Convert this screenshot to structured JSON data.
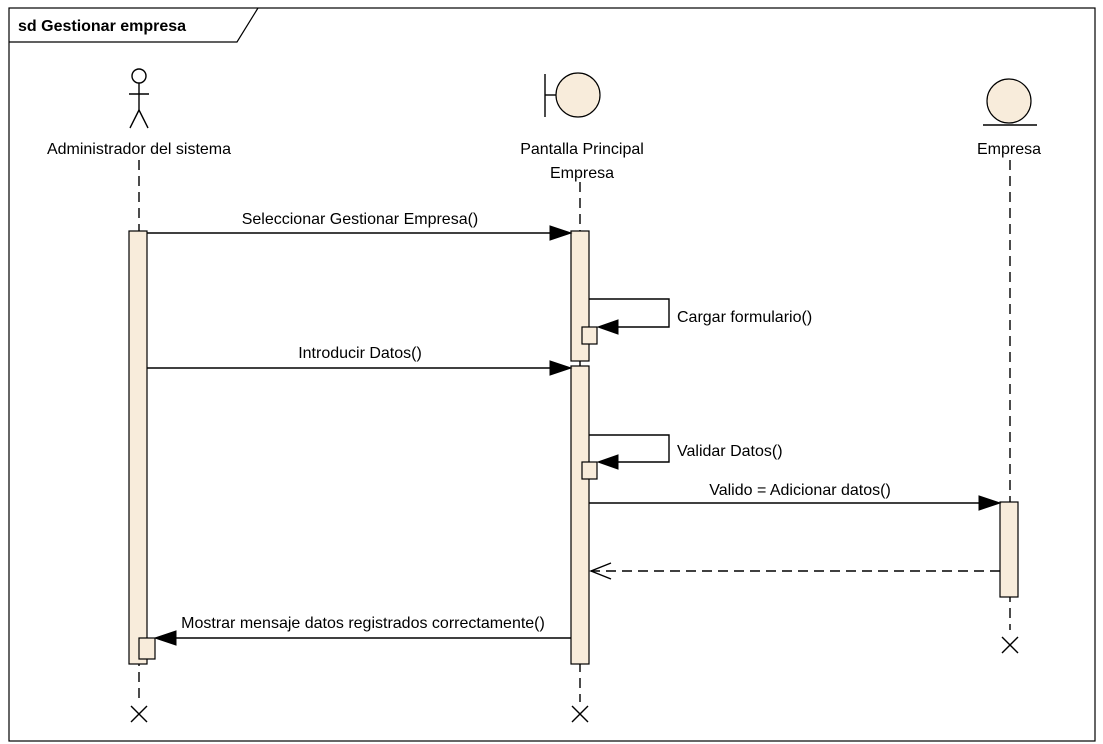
{
  "frame": {
    "title": "sd Gestionar empresa"
  },
  "participants": {
    "actor": {
      "label": "Administrador del sistema",
      "kind": "actor"
    },
    "boundary": {
      "label_line1": "Pantalla Principal",
      "label_line2": "Empresa",
      "kind": "boundary"
    },
    "entity": {
      "label": "Empresa",
      "kind": "entity"
    }
  },
  "messages": {
    "m1": "Seleccionar Gestionar Empresa()",
    "m2": "Cargar formulario()",
    "m3": "Introducir Datos()",
    "m4": "Validar Datos()",
    "m5": "Valido = Adicionar datos()",
    "m6": "",
    "m7": "Mostrar mensaje datos registrados correctamente()"
  },
  "colors": {
    "fill": "#F8ECDB",
    "stroke": "#000000",
    "background": "#FFFFFF"
  }
}
